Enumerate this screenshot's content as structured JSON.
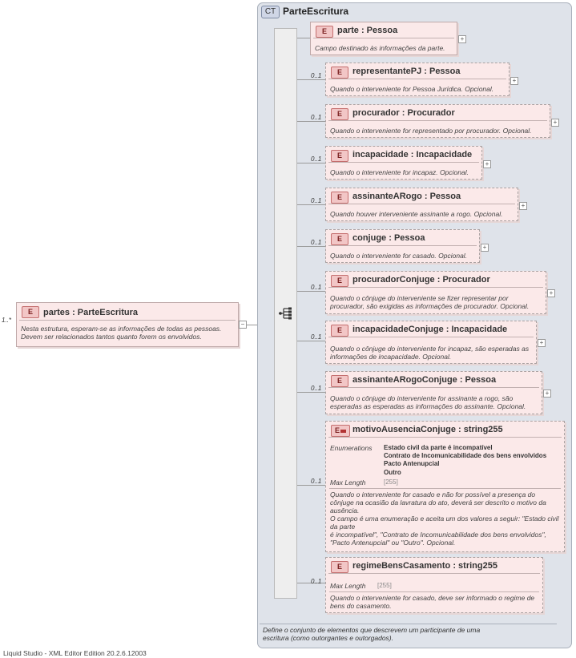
{
  "root": {
    "occurrence": "1..*",
    "badge": "E",
    "name": "partes     : ParteEscritura",
    "description": "Nesta estrutura, esperam-se as informações de todas as pessoas. Devem ser relacionados tantos quanto forem os envolvidos."
  },
  "complex_type": {
    "badge": "CT",
    "name": "ParteEscritura",
    "description": "Define o conjunto de elementos que descrevem um participante de uma escritura (como outorgantes e outorgados)."
  },
  "elements": [
    {
      "occurrence": "",
      "badge": "E",
      "name": "parte      : Pessoa",
      "description": "Campo destinado às informações da parte."
    },
    {
      "occurrence": "0..1",
      "badge": "E",
      "name": "representantePJ  : Pessoa",
      "description": "Quando o interveniente for Pessoa Jurídica. Opcional."
    },
    {
      "occurrence": "0..1",
      "badge": "E",
      "name": "procurador  : Procurador",
      "description": "Quando o interveniente for representado por procurador. Opcional."
    },
    {
      "occurrence": "0..1",
      "badge": "E",
      "name": "incapacidade  : Incapacidade",
      "description": "Quando o interveniente for incapaz. Opcional."
    },
    {
      "occurrence": "0..1",
      "badge": "E",
      "name": "assinanteARogo  : Pessoa",
      "description": "Quando houver interveniente assinante a rogo. Opcional."
    },
    {
      "occurrence": "0..1",
      "badge": "E",
      "name": "conjuge   : Pessoa",
      "description": "Quando o interveniente for casado. Opcional."
    },
    {
      "occurrence": "0..1",
      "badge": "E",
      "name": "procuradorConjuge  : Procurador",
      "description": "Quando o cônjuge do interveniente se fizer representar por procurador, são exigidas as informações de procurador. Opcional."
    },
    {
      "occurrence": "0..1",
      "badge": "E",
      "name": "incapacidadeConjuge  : Incapacidade",
      "description": "Quando o cônjuge do interveniente for incapaz, são esperadas as informações de incapacidade. Opcional."
    },
    {
      "occurrence": "0..1",
      "badge": "E",
      "name": "assinanteARogoConjuge  : Pessoa",
      "description": "Quando o cônjuge do interveniente for assinante a rogo, são esperadas as esperadas as informações do assinante. Opcional."
    },
    {
      "occurrence": "0..1",
      "badge": "E",
      "name": "motivoAusenciaConjuge  : string255",
      "enumerations_label": "Enumerations",
      "enumerations": [
        "Estado civil da parte é incompatível",
        "Contrato de Incomunicabilidade dos bens envolvidos",
        "Pacto Antenupcial",
        "Outro"
      ],
      "max_length_label": "Max Length",
      "max_length": "[255]",
      "description": "Quando o interveniente for casado e não for possível a presença do cônjuge na ocasião da lavratura do ato, deverá ser descrito o motivo da ausência.\nO campo é uma enumeração e aceita um dos valores a seguir: \"Estado civil da parte\né incompatível\", \"Contrato de Incomunicabilidade dos bens envolvidos\", \"Pacto Antenupcial\" ou \"Outro\". Opcional."
    },
    {
      "occurrence": "0..1",
      "badge": "E",
      "name": "regimeBensCasamento  : string255",
      "max_length_label": "Max Length",
      "max_length": "[255]",
      "description": "Quando o interveniente for casado, deve ser informado o regime de bens do casamento."
    }
  ],
  "icons": {
    "expand": "+",
    "collapse": "−"
  },
  "footer": "Liquid Studio - XML Editor Edition 20.2.6.12003"
}
